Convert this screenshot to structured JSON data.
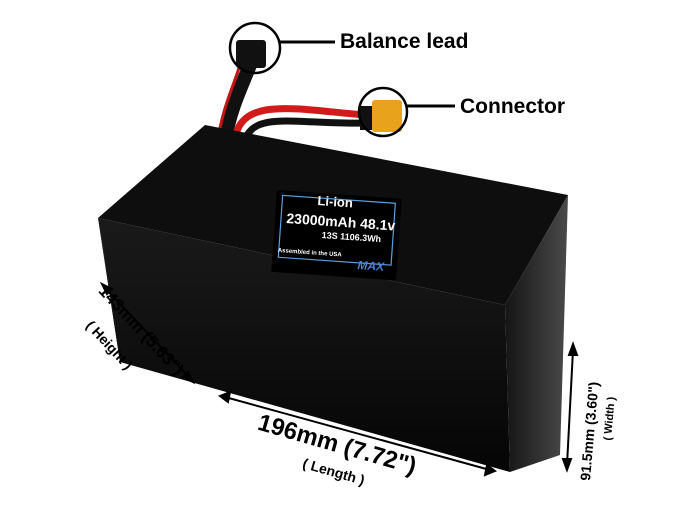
{
  "callouts": {
    "balance": "Balance lead",
    "connector": "Connector"
  },
  "label": {
    "chem": "Li-ion",
    "capacity": "23000mAh 48.1v",
    "config": "13S 1106.3Wh",
    "assembled": "Assembled in the USA",
    "logo": "MAX"
  },
  "dimensions": {
    "height": "143mm (5.63\")",
    "height_name": "( Height )",
    "length": "196mm (7.72\")",
    "length_name": "( Length )",
    "width": "91.5mm (3.60\")",
    "width_name": "( Width )"
  },
  "colors": {
    "body": "#0b0b0b",
    "wire_red": "#d11a1a",
    "connector": "#e9a21c",
    "label_border": "#5aa0e0"
  }
}
